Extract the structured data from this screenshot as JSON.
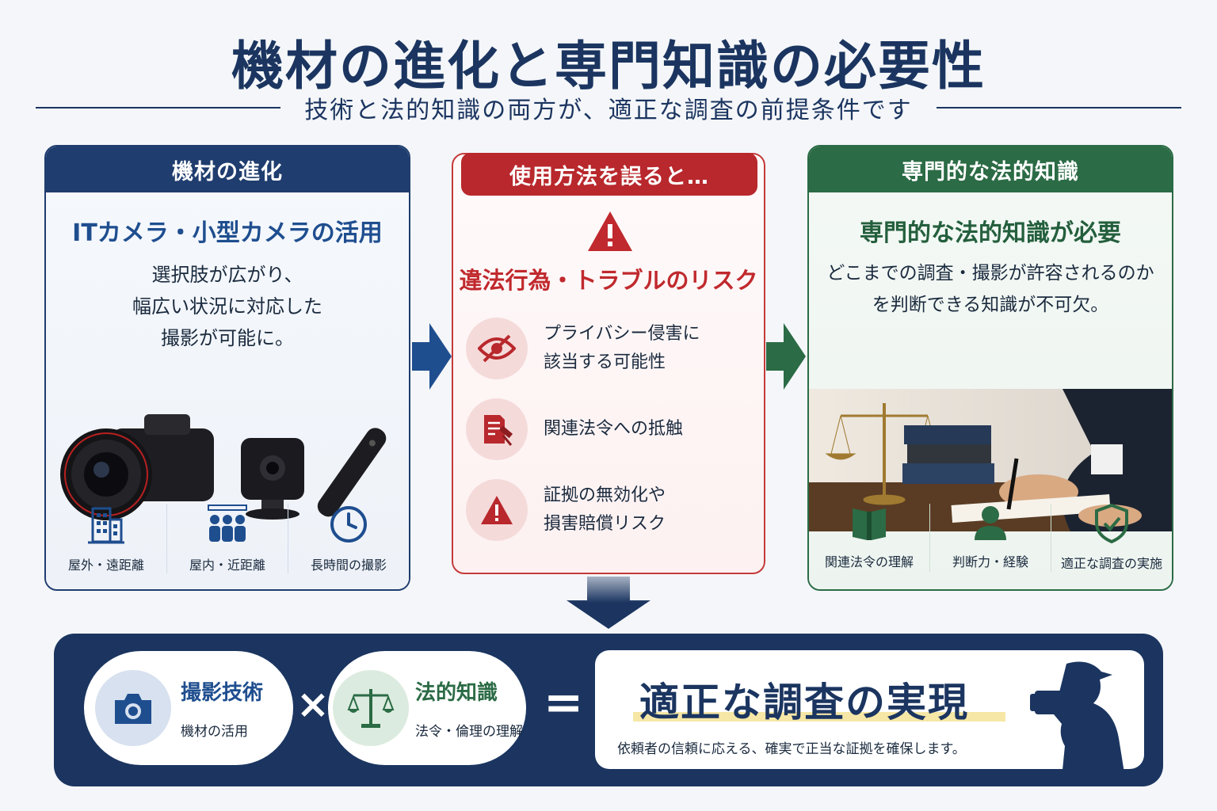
{
  "title": "機材の進化と専門知識の必要性",
  "subtitle": "技術と法的知識の両方が、適正な調査の前提条件です",
  "left_panel": {
    "header": "機材の進化",
    "heading": "ITカメラ・小型カメラの活用",
    "desc_lines": [
      "選択肢が広がり、",
      "幅広い状況に対応した",
      "撮影が可能に。"
    ],
    "icons": [
      {
        "icon": "building-icon",
        "label": "屋外・遠距離"
      },
      {
        "icon": "people-icon",
        "label": "屋内・近距離"
      },
      {
        "icon": "clock-icon",
        "label": "長時間の撮影"
      }
    ]
  },
  "middle_panel": {
    "header": "使用方法を誤ると…",
    "heading": "違法行為・トラブルのリスク",
    "risks": [
      {
        "icon": "eye-slash-icon",
        "lines": [
          "プライバシー侵害に",
          "該当する可能性"
        ]
      },
      {
        "icon": "document-gavel-icon",
        "lines": [
          "関連法令への抵触"
        ]
      },
      {
        "icon": "warning-icon",
        "lines": [
          "証拠の無効化や",
          "損害賠償リスク"
        ]
      }
    ]
  },
  "right_panel": {
    "header": "専門的な法的知識",
    "heading": "専門的な法的知識が必要",
    "desc_lines": [
      "どこまでの調査・撮影が許容されるのか",
      "を判断できる知識が不可欠。"
    ],
    "icons": [
      {
        "icon": "book-icon",
        "label": "関連法令の理解"
      },
      {
        "icon": "person-icon",
        "label": "判断力・経験"
      },
      {
        "icon": "shield-check-icon",
        "label": "適正な調査の実施"
      }
    ]
  },
  "bottom": {
    "pill1": {
      "title": "撮影技術",
      "sub": "機材の活用"
    },
    "times": "×",
    "pill2": {
      "title": "法的知識",
      "sub": "法令・倫理の理解"
    },
    "equals": "=",
    "result_title": "適正な調査の実現",
    "result_desc": "依頼者の信頼に応える、確実で正当な証拠を確保します。"
  },
  "colors": {
    "navy": "#1b3560",
    "panel_blue": "#1f3d6e",
    "red": "#b8282c",
    "green": "#2b6b45"
  }
}
